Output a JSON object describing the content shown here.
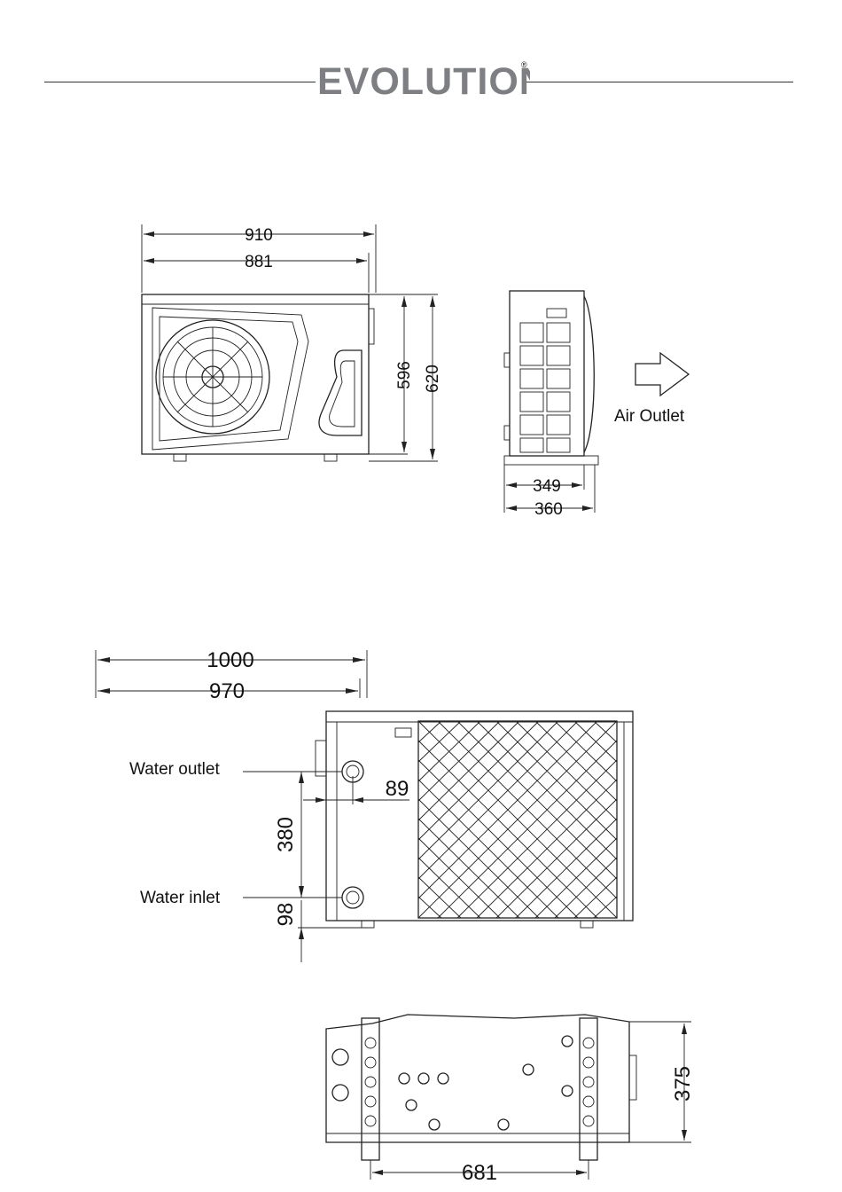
{
  "brand": {
    "logo_text": "EVOLUTION",
    "registered_mark": "®",
    "color": "#7d7f82"
  },
  "front_view": {
    "width_outer": "910",
    "width_inner": "881",
    "height_body": "596",
    "height_total": "620"
  },
  "side_view": {
    "depth_body": "349",
    "depth_total": "360",
    "air_outlet_label": "Air Outlet"
  },
  "rear_view": {
    "width_outer": "1000",
    "width_inner": "970",
    "water_outlet_label": "Water outlet",
    "water_inlet_label": "Water inlet",
    "pipe_offset": "89",
    "pipe_spacing": "380",
    "inlet_height": "98"
  },
  "bottom_view": {
    "foot_spacing": "681",
    "foot_depth": "375"
  }
}
